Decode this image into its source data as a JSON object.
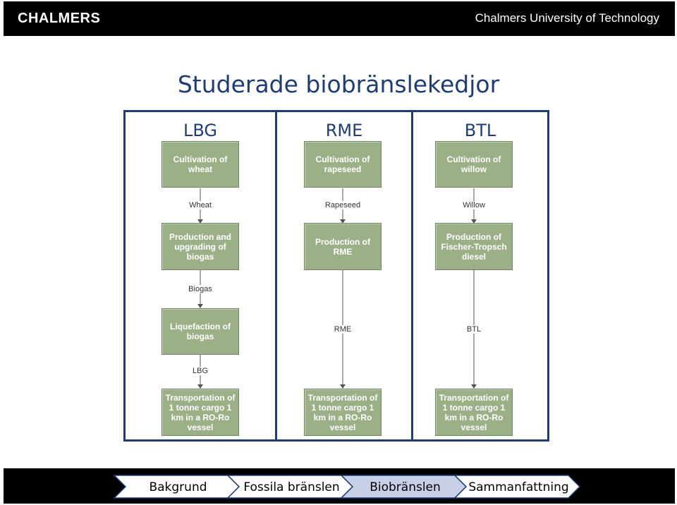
{
  "header": {
    "logo": "CHALMERS",
    "university": "Chalmers University of Technology"
  },
  "title": "Studerade biobränslekedjor",
  "columns": [
    {
      "heading": "LBG",
      "boxes": [
        "Cultivation of wheat",
        "Production and upgrading of biogas",
        "Liquefaction of biogas",
        "Transportation of 1 tonne cargo 1 km in a RO-Ro vessel"
      ],
      "flows": [
        "Wheat",
        "Biogas",
        "LBG"
      ]
    },
    {
      "heading": "RME",
      "boxes": [
        "Cultivation of rapeseed",
        "Production of RME",
        "Transportation of 1 tonne cargo 1 km in a RO-Ro vessel"
      ],
      "flows": [
        "Rapeseed",
        "RME"
      ]
    },
    {
      "heading": "BTL",
      "boxes": [
        "Cultivation of willow",
        "Production of Fischer-Tropsch diesel",
        "Transportation of 1 tonne cargo 1 km in a RO-Ro vessel"
      ],
      "flows": [
        "Willow",
        "BTL"
      ]
    }
  ],
  "nav": {
    "items": [
      "Bakgrund",
      "Fossila bränslen",
      "Biobränslen",
      "Sammanfattning"
    ],
    "active_index": 2,
    "colors": {
      "inactive": "#ffffff",
      "active": "#c8d0e8",
      "outline": "#1f3d73"
    }
  }
}
